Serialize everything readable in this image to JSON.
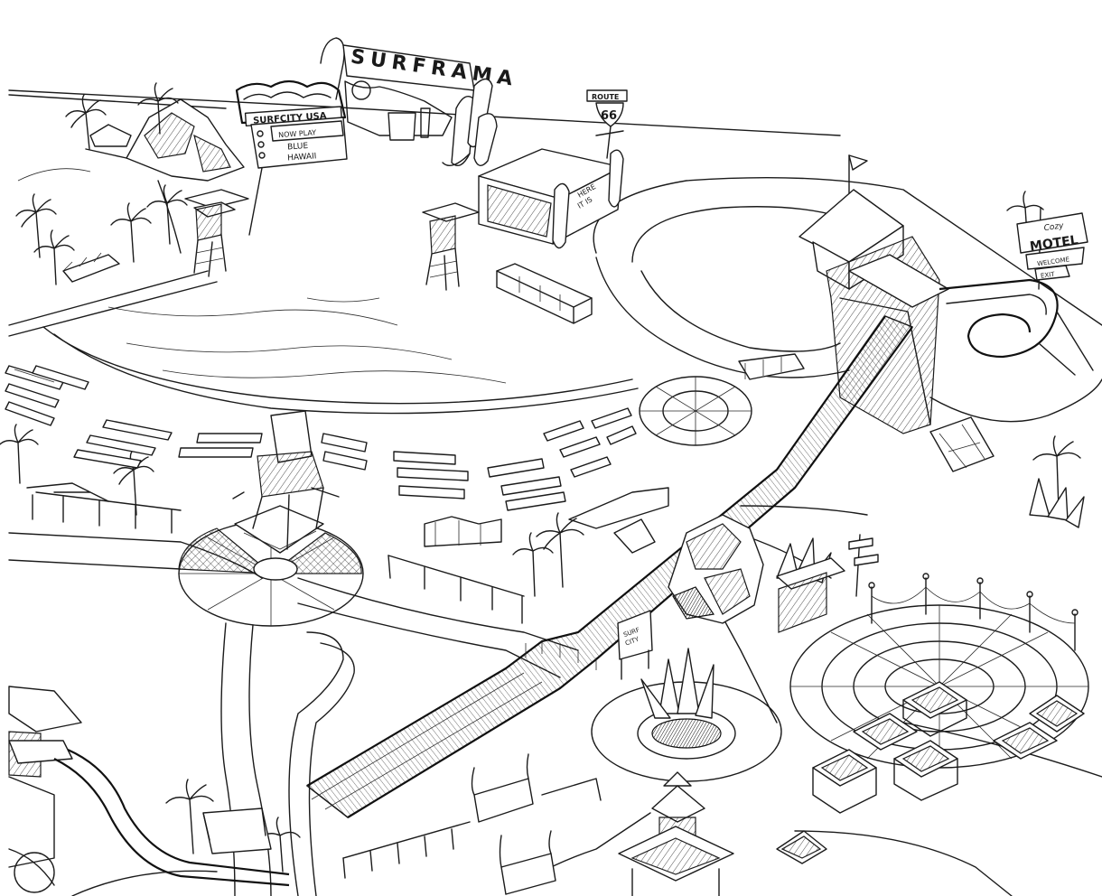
{
  "signs": {
    "surfcity_top": "SURFCITY USA",
    "surfcity_now_play": "NOW PLAY",
    "surfcity_movie_line1": "BLUE",
    "surfcity_movie_line2": "HAWAII",
    "surframa": "SURFRAMA",
    "route_top": "ROUTE",
    "route_number": "66",
    "stand_line1": "HERE",
    "stand_line2": "IT IS",
    "motel_small": "Cozy",
    "motel": "MOTEL",
    "motel_sub": "WELCOME",
    "motel_exit": "EXIT",
    "surf_city_small_line1": "SURF",
    "surf_city_small_line2": "CITY"
  }
}
